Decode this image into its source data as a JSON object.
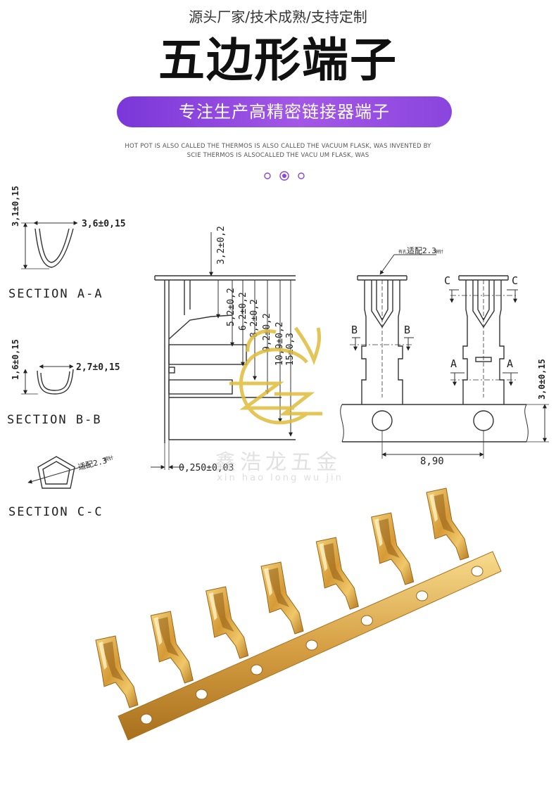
{
  "header": {
    "tagline": "源头厂家/技术成熟/支持定制",
    "title": "五边形端子",
    "banner": "专注生产高精密链接器端子",
    "english_line1": "HOT POT IS ALSO CALLED THE THERMOS IS ALSO CALLED THE VACUUM FLASK, WAS INVENTED BY",
    "english_line2": "SCIE THERMOS IS ALSOCALLED THE VACU  UM FLASK, WAS"
  },
  "pager": {
    "count": 3,
    "active": 1,
    "color": "#8a45de"
  },
  "drawing": {
    "section_a_label": "SECTION A-A",
    "section_a_height": "3,1±0,15",
    "section_a_width": "3,6±0,15",
    "section_b_label": "SECTION B-B",
    "section_b_height": "1,6±0,15",
    "section_b_width": "2,7±0,15",
    "section_c_label": "SECTION C-C",
    "section_c_pin": "适配2.3",
    "section_c_pin_unit": "铜针",
    "side_top": "3,2±0,2",
    "side_dims": [
      "5,2±0,2",
      "6,2±0,2",
      "8,2±0,2",
      "9,2±0,2",
      "10,9±0,2",
      "15±0,3"
    ],
    "thickness": "0,250±0,03",
    "front_pin": "适配2.3",
    "front_pin_prefix": "有孔",
    "front_pin_unit": "铜针",
    "label_b": "B",
    "label_c": "C",
    "label_a": "A",
    "pitch": "8,90",
    "carrier_height": "3,0±0,15"
  },
  "watermark": {
    "text": "鑫浩龙五金",
    "pinyin": "xin hao long wu jin",
    "color": "#e0bb3a"
  },
  "product_photo": {
    "terminal_count": 7,
    "color": "#d9a441"
  }
}
